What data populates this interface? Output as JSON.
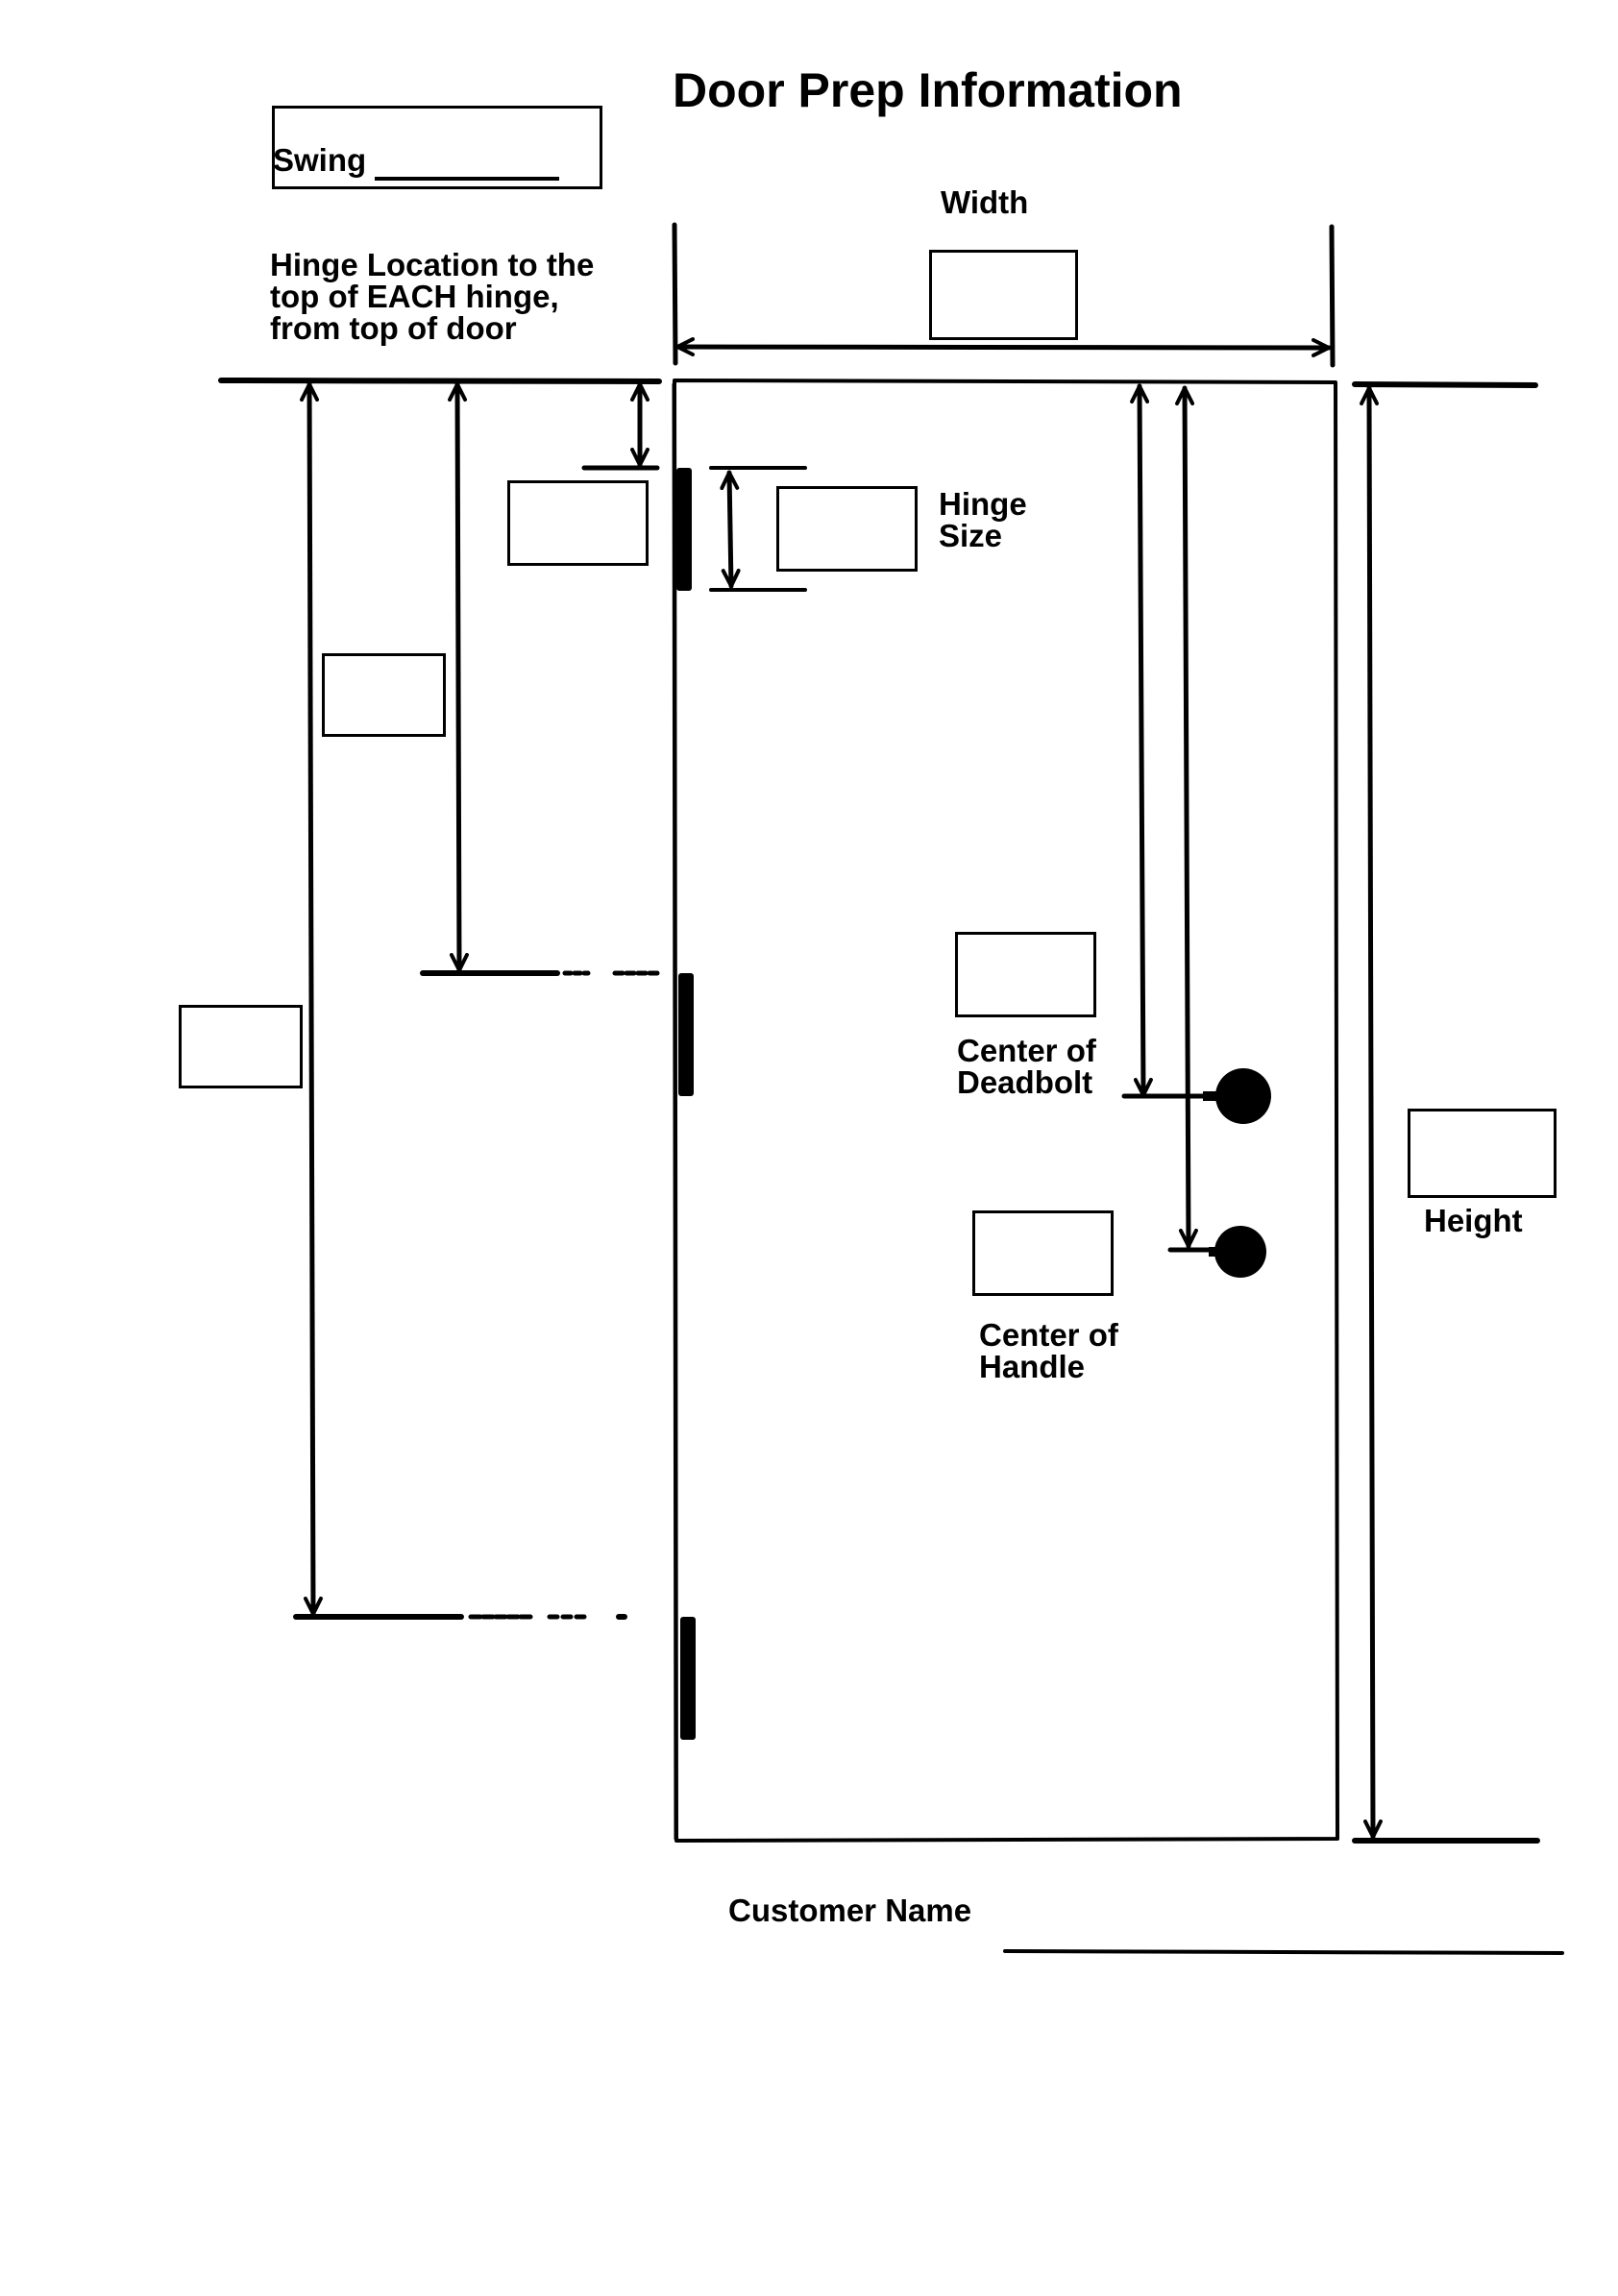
{
  "title": "Door Prep Information",
  "swing": {
    "label": "Swing"
  },
  "width": {
    "label": "Width"
  },
  "hinge_location": {
    "lines": [
      "Hinge Location to the",
      "top of EACH hinge,",
      "from top of door"
    ]
  },
  "hinge_size": {
    "lines": [
      "Hinge",
      "Size"
    ]
  },
  "deadbolt": {
    "lines": [
      "Center of",
      "Deadbolt"
    ]
  },
  "handle": {
    "lines": [
      "Center of",
      "Handle"
    ]
  },
  "height": {
    "label": "Height"
  },
  "customer": {
    "label": "Customer Name"
  },
  "colors": {
    "ink": "#000000",
    "paper": "#ffffff"
  }
}
